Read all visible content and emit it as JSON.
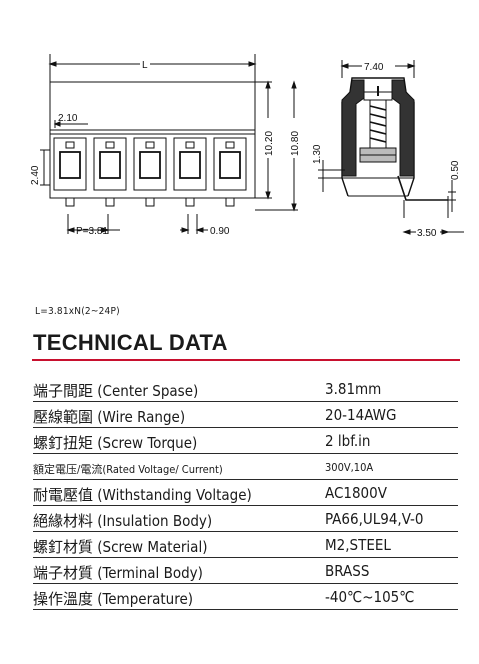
{
  "dimensions": {
    "length": "L",
    "terminal_width": "2.10",
    "pin_height": "2.40",
    "pitch": "P=3.81",
    "pin_spacing": "0.90",
    "inner_height": "10.20",
    "total_height": "10.80",
    "side_width": "7.40",
    "pin_offset": "1.30",
    "pin_thickness": "0.50",
    "pin_reach": "3.50"
  },
  "formula": "L=3.81xN(2~24P)",
  "heading": "TECHNICAL DATA",
  "specs": [
    {
      "label": "端子間距 (Center Spase)",
      "value": "3.81mm"
    },
    {
      "label": "壓線範圍 (Wire Range)",
      "value": "20-14AWG"
    },
    {
      "label": "螺釘扭矩 (Screw Torque)",
      "value": "2 lbf.in"
    },
    {
      "label": "額定電压/電流(Rated Voltage/ Current)",
      "value": "300V,10A"
    },
    {
      "label": "耐電壓值 (Withstanding Voltage)",
      "value": "AC1800V"
    },
    {
      "label": "絕緣材料 (Insulation Body)",
      "value": "PA66,UL94,V-0"
    },
    {
      "label": "螺釘材質 (Screw Material)",
      "value": "M2,STEEL"
    },
    {
      "label": "端子材質 (Terminal Body)",
      "value": "BRASS"
    },
    {
      "label": "操作溫度 (Temperature)",
      "value": "-40℃~105℃"
    }
  ]
}
